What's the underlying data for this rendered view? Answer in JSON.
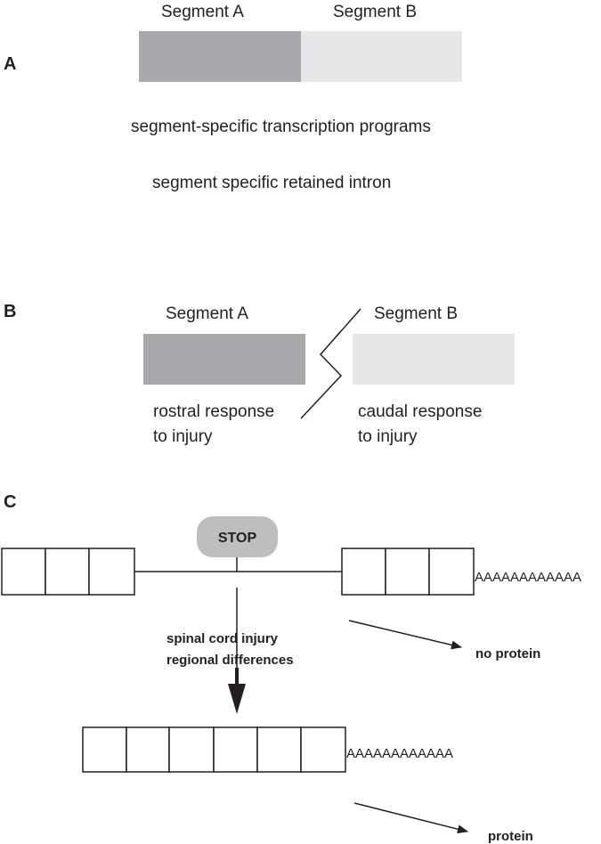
{
  "panel_a": {
    "letter": "A",
    "segment_a_label": "Segment A",
    "segment_b_label": "Segment B",
    "segment_a_color": "#a7a9ac",
    "segment_b_color": "#e6e7e8",
    "line1": "segment-specific transcription programs",
    "line2": "segment specific retained intron"
  },
  "panel_b": {
    "letter": "B",
    "segment_a_label": "Segment A",
    "segment_b_label": "Segment B",
    "segment_a_color": "#a7a9ac",
    "segment_b_color": "#e6e7e8",
    "rostral_line1": "rostral response",
    "rostral_line2": "to injury",
    "caudal_line1": "caudal response",
    "caudal_line2": "to injury"
  },
  "panel_c": {
    "letter": "C",
    "stop_label": "STOP",
    "stop_color": "#bcbec0",
    "polyA_top": "AAAAAAAAAAAA",
    "polyA_bottom": "AAAAAAAAAAAA",
    "spinal_line1": "spinal cord injury",
    "spinal_line2": "regional differences",
    "no_protein": "no protein",
    "protein": "protein"
  }
}
